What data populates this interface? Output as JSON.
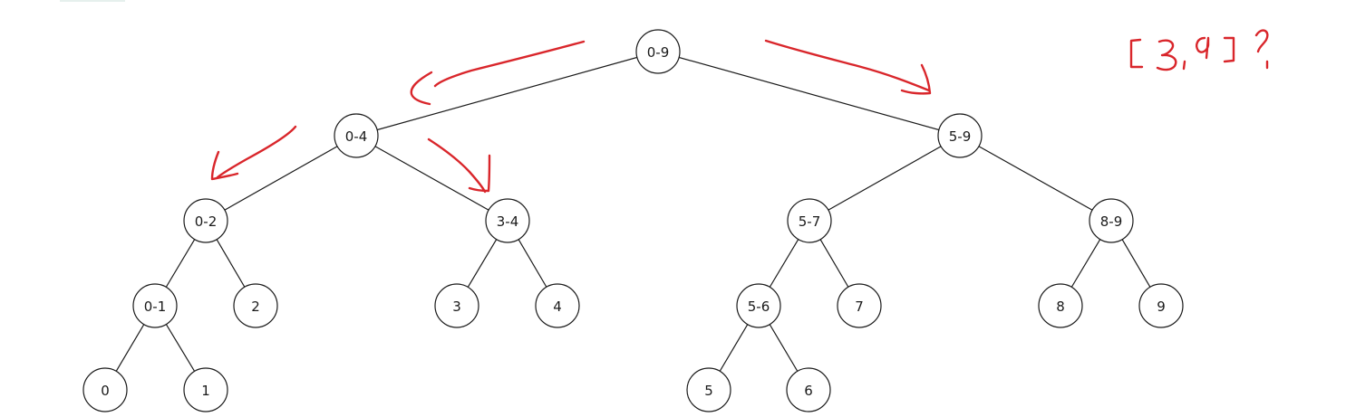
{
  "tree": {
    "nodes": [
      {
        "id": "n09",
        "label": "0-9"
      },
      {
        "id": "n04",
        "label": "0-4"
      },
      {
        "id": "n59",
        "label": "5-9"
      },
      {
        "id": "n02",
        "label": "0-2"
      },
      {
        "id": "n34",
        "label": "3-4"
      },
      {
        "id": "n57",
        "label": "5-7"
      },
      {
        "id": "n89",
        "label": "8-9"
      },
      {
        "id": "n01",
        "label": "0-1"
      },
      {
        "id": "n2",
        "label": "2"
      },
      {
        "id": "n3",
        "label": "3"
      },
      {
        "id": "n4",
        "label": "4"
      },
      {
        "id": "n56",
        "label": "5-6"
      },
      {
        "id": "n7",
        "label": "7"
      },
      {
        "id": "n8",
        "label": "8"
      },
      {
        "id": "n9",
        "label": "9"
      },
      {
        "id": "n0",
        "label": "0"
      },
      {
        "id": "n1",
        "label": "1"
      },
      {
        "id": "n5",
        "label": "5"
      },
      {
        "id": "n6",
        "label": "6"
      }
    ],
    "edges": [
      [
        "n09",
        "n04"
      ],
      [
        "n09",
        "n59"
      ],
      [
        "n04",
        "n02"
      ],
      [
        "n04",
        "n34"
      ],
      [
        "n59",
        "n57"
      ],
      [
        "n59",
        "n89"
      ],
      [
        "n02",
        "n01"
      ],
      [
        "n02",
        "n2"
      ],
      [
        "n34",
        "n3"
      ],
      [
        "n34",
        "n4"
      ],
      [
        "n57",
        "n56"
      ],
      [
        "n57",
        "n7"
      ],
      [
        "n89",
        "n8"
      ],
      [
        "n89",
        "n9"
      ],
      [
        "n01",
        "n0"
      ],
      [
        "n01",
        "n1"
      ],
      [
        "n56",
        "n5"
      ],
      [
        "n56",
        "n6"
      ]
    ]
  },
  "annotation": {
    "handwritten_text": "[3,9]?",
    "ink_color": "#d9262b"
  }
}
